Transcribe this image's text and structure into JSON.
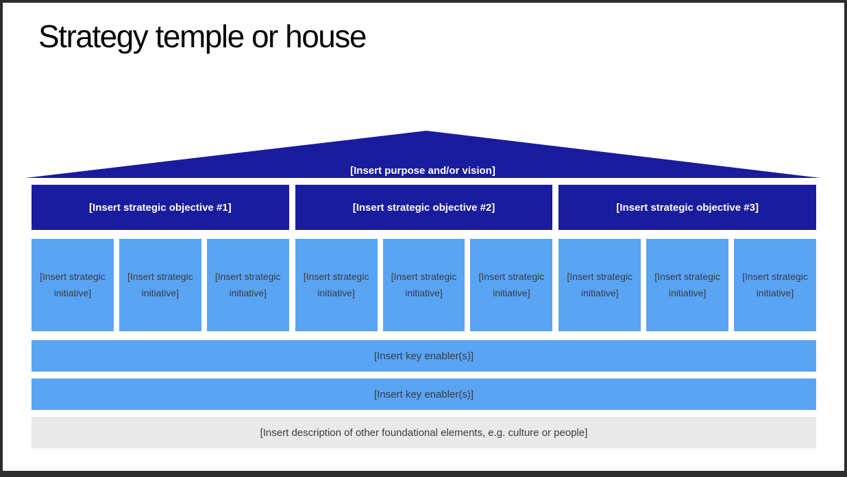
{
  "slide": {
    "title": "Strategy temple or house"
  },
  "roof": {
    "label": "[Insert purpose and/or vision]"
  },
  "objectives": [
    {
      "label": "[Insert strategic objective #1]",
      "initiatives": [
        "[Insert strategic initiative]",
        "[Insert strategic initiative]",
        "[Insert strategic initiative]"
      ]
    },
    {
      "label": "[Insert strategic objective #2]",
      "initiatives": [
        "[Insert strategic initiative]",
        "[Insert strategic initiative]",
        "[Insert strategic initiative]"
      ]
    },
    {
      "label": "[Insert strategic objective #3]",
      "initiatives": [
        "[Insert strategic initiative]",
        "[Insert strategic initiative]",
        "[Insert strategic initiative]"
      ]
    }
  ],
  "enablers": [
    "[Insert key enabler(s)]",
    "[Insert key enabler(s)]"
  ],
  "foundation": "[Insert description of other foundational elements, e.g. culture or people]",
  "colors": {
    "dark_blue": "#191C9C",
    "light_blue": "#5AA4F4",
    "foundation_gray": "#E9E9E9",
    "body_text": "#3A3A3A",
    "roof_text": "#FFFFFF",
    "title_text": "#050505",
    "frame_border": "#2D2D2D",
    "slide_background": "#FFFFFF"
  }
}
